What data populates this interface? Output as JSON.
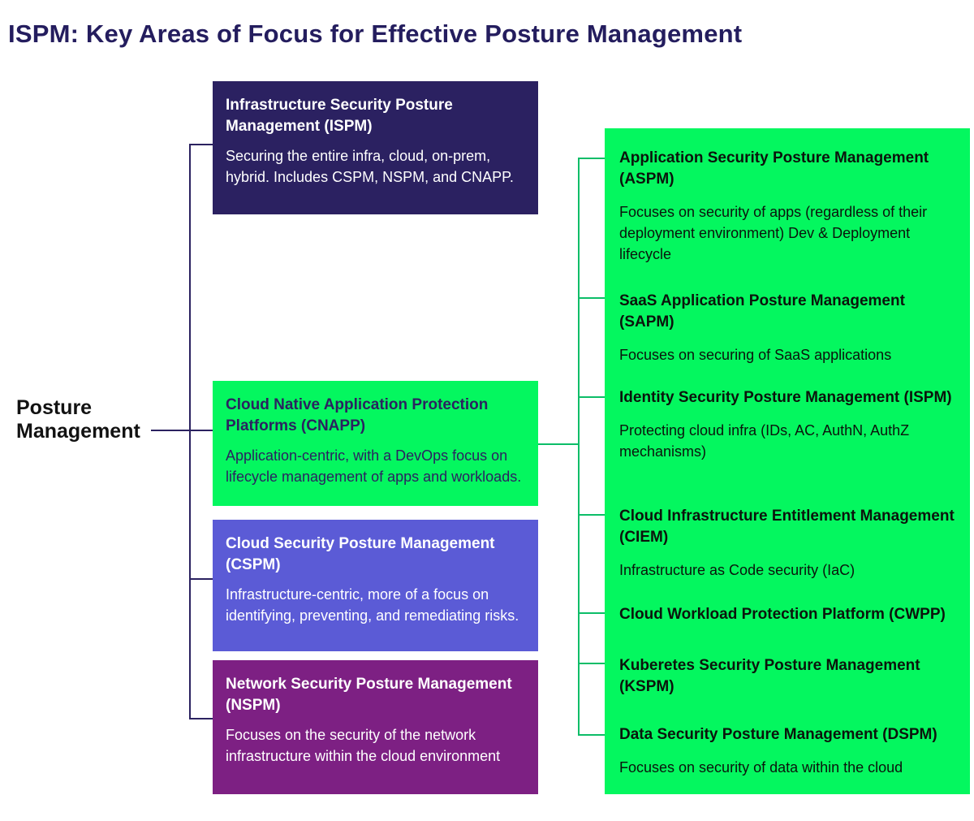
{
  "title": "ISPM: Key Areas of Focus for Effective Posture Management",
  "root_label": "Posture Management",
  "colors": {
    "bg": "#ffffff",
    "title-ink": "#241d5e",
    "root-ink": "#121212",
    "navy": "#2b2161",
    "green": "#04f75f",
    "periwinkle": "#5b5bd6",
    "purple": "#7d2083",
    "cnapp-ink": "#2b2260",
    "ink-on-green": "#0b140c",
    "line-navy": "#2b2260",
    "line-green": "#0cbd68"
  },
  "left_nodes": [
    {
      "id": "ispm",
      "title": "Infrastructure Security Posture Management (ISPM)",
      "body": "Securing the entire infra, cloud, on-prem, hybrid. Includes CSPM, NSPM, and CNAPP."
    },
    {
      "id": "cnapp",
      "title": "Cloud Native Application Protection Platforms (CNAPP)",
      "body": "Application-centric, with a DevOps focus on lifecycle management of apps and workloads."
    },
    {
      "id": "cspm",
      "title": "Cloud Security Posture Management (CSPM)",
      "body": "Infrastructure-centric, more of a focus on identifying, preventing, and remediating risks."
    },
    {
      "id": "nspm",
      "title": "Network Security Posture Management (NSPM)",
      "body": "Focuses on the security of the network infrastructure within the cloud environment"
    }
  ],
  "right_panel": {
    "items": [
      {
        "id": "aspm",
        "title": "Application Security Posture Management (ASPM)",
        "body": "Focuses on security of apps (regardless of their deployment environment) Dev & Deployment lifecycle"
      },
      {
        "id": "sapm",
        "title": "SaaS Application Posture Management (SAPM)",
        "body": "Focuses on securing of SaaS applications"
      },
      {
        "id": "ispm-identity",
        "title": "Identity Security Posture Management (ISPM)",
        "body": "Protecting cloud infra (IDs, AC, AuthN, AuthZ mechanisms)"
      },
      {
        "id": "ciem",
        "title": "Cloud Infrastructure Entitlement Management (CIEM)",
        "body": "Infrastructure as Code security (IaC)"
      },
      {
        "id": "cwpp",
        "title": "Cloud Workload Protection Platform (CWPP)"
      },
      {
        "id": "kspm",
        "title": "Kuberetes Security Posture Management (KSPM)"
      },
      {
        "id": "dspm",
        "title": "Data Security Posture Management (DSPM)",
        "body": "Focuses on security of data within the cloud"
      }
    ]
  }
}
